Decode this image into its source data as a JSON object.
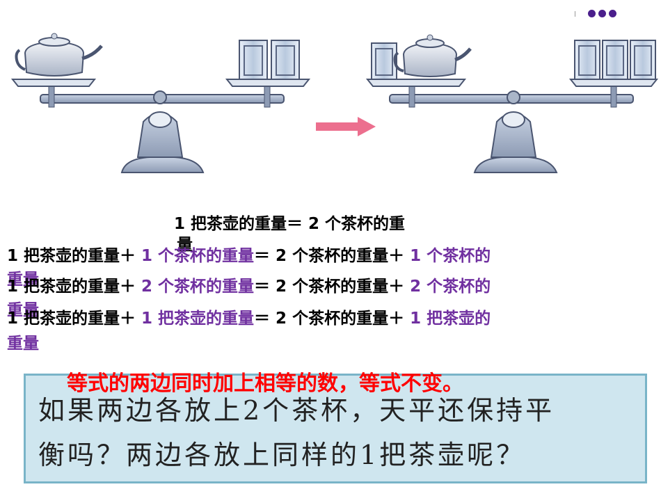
{
  "slide": {
    "accent_dot_color": "#4b1f8c",
    "highlight_color": "#7030a0",
    "conclusion_color": "#ff0000",
    "box_color": "#cfe6ef"
  },
  "equations": {
    "line1": "1 把茶壶的重量＝ 2 个茶杯的重",
    "line1_wrap": "量",
    "line2": {
      "left": "1 把茶壶的重量＋",
      "left_add": " 1 个茶杯的重量",
      "mid": "＝ 2 个茶杯的重量＋",
      "right_add": " 1 个茶杯的",
      "wrap": "重量"
    },
    "line3": {
      "left": "1 把茶壶的重量＋",
      "left_add": " 2 个茶杯的重量",
      "mid": "＝ 2 个茶杯的重量＋",
      "right_add": " 2 个茶杯的",
      "wrap": "重量"
    },
    "line4": {
      "left": "1 把茶壶的重量＋",
      "left_add": " 1 把茶壶的重量",
      "mid": "＝ 2 个茶杯的重量＋",
      "right_add": " 1 把茶壶的",
      "wrap": "重量"
    }
  },
  "conclusion": "等式的两边同时加上相等的数，等式不变。",
  "question": {
    "line1": "如果两边各放上2个茶杯，天平还保持平",
    "line2": "衡吗？两边各放上同样的1把茶壶呢？"
  }
}
